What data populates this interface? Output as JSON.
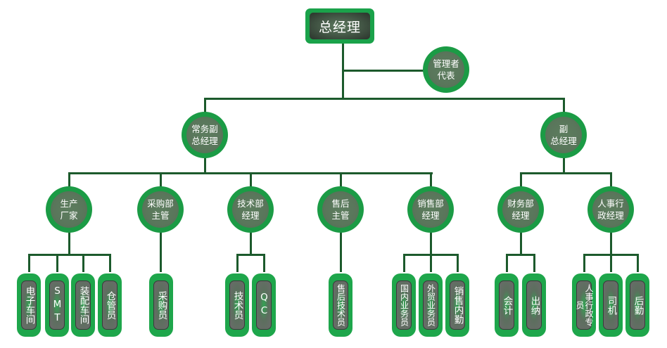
{
  "colors": {
    "connector": "#1c5a2c",
    "node_ring": "#1b9b45",
    "node_fill": "#5a765b",
    "text": "#ffffff"
  },
  "chart": {
    "type": "org-chart",
    "root": {
      "id": "gm",
      "label": "总经理"
    },
    "nodes": [
      {
        "id": "mgmt_rep",
        "label": "管理者代表",
        "lines": [
          "管理者",
          "代表"
        ],
        "parent": "gm",
        "shape": "circle"
      },
      {
        "id": "evp",
        "label": "常务副总经理",
        "lines": [
          "常务副",
          "总经理"
        ],
        "parent": "gm",
        "shape": "circle"
      },
      {
        "id": "vp",
        "label": "副总经理",
        "lines": [
          "副",
          "总经理"
        ],
        "parent": "gm",
        "shape": "circle"
      },
      {
        "id": "prod",
        "label": "生产厂家",
        "lines": [
          "生产",
          "厂家"
        ],
        "parent": "evp",
        "shape": "circle"
      },
      {
        "id": "purch",
        "label": "采购部主管",
        "lines": [
          "采购部",
          "主管"
        ],
        "parent": "evp",
        "shape": "circle"
      },
      {
        "id": "tech",
        "label": "技术部经理",
        "lines": [
          "技术部",
          "经理"
        ],
        "parent": "evp",
        "shape": "circle"
      },
      {
        "id": "aftersales",
        "label": "售后主管",
        "lines": [
          "售后",
          "主管"
        ],
        "parent": "evp",
        "shape": "circle"
      },
      {
        "id": "sales",
        "label": "销售部经理",
        "lines": [
          "销售部",
          "经理"
        ],
        "parent": "evp",
        "shape": "circle"
      },
      {
        "id": "finance",
        "label": "财务部经理",
        "lines": [
          "财务部",
          "经理"
        ],
        "parent": "vp",
        "shape": "circle"
      },
      {
        "id": "hr",
        "label": "人事行政经理",
        "lines": [
          "人事行",
          "政经理"
        ],
        "parent": "vp",
        "shape": "circle"
      },
      {
        "id": "elec",
        "label": "电子车间",
        "parent": "prod",
        "shape": "pill"
      },
      {
        "id": "smt",
        "label": "SMT",
        "parent": "prod",
        "shape": "pill"
      },
      {
        "id": "assembly",
        "label": "装配车间",
        "parent": "prod",
        "shape": "pill"
      },
      {
        "id": "warehouse",
        "label": "仓管员",
        "parent": "prod",
        "shape": "pill"
      },
      {
        "id": "buyer",
        "label": "采购员",
        "parent": "purch",
        "shape": "pill"
      },
      {
        "id": "technician",
        "label": "技术员",
        "parent": "tech",
        "shape": "pill"
      },
      {
        "id": "qc",
        "label": "QC",
        "parent": "tech",
        "shape": "pill"
      },
      {
        "id": "as_tech",
        "label": "售后技术员",
        "parent": "aftersales",
        "shape": "pill"
      },
      {
        "id": "domestic",
        "label": "国内业务员",
        "parent": "sales",
        "shape": "pill"
      },
      {
        "id": "foreign",
        "label": "外贸业务员",
        "parent": "sales",
        "shape": "pill"
      },
      {
        "id": "sales_admin",
        "label": "销售内勤",
        "parent": "sales",
        "shape": "pill"
      },
      {
        "id": "accountant",
        "label": "会计",
        "parent": "finance",
        "shape": "pill"
      },
      {
        "id": "cashier",
        "label": "出纳",
        "parent": "finance",
        "shape": "pill"
      },
      {
        "id": "hr_staff",
        "label": "人事行政专员",
        "parent": "hr",
        "shape": "pill"
      },
      {
        "id": "driver",
        "label": "司机",
        "parent": "hr",
        "shape": "pill"
      },
      {
        "id": "logistics",
        "label": "后勤",
        "parent": "hr",
        "shape": "pill"
      }
    ]
  }
}
